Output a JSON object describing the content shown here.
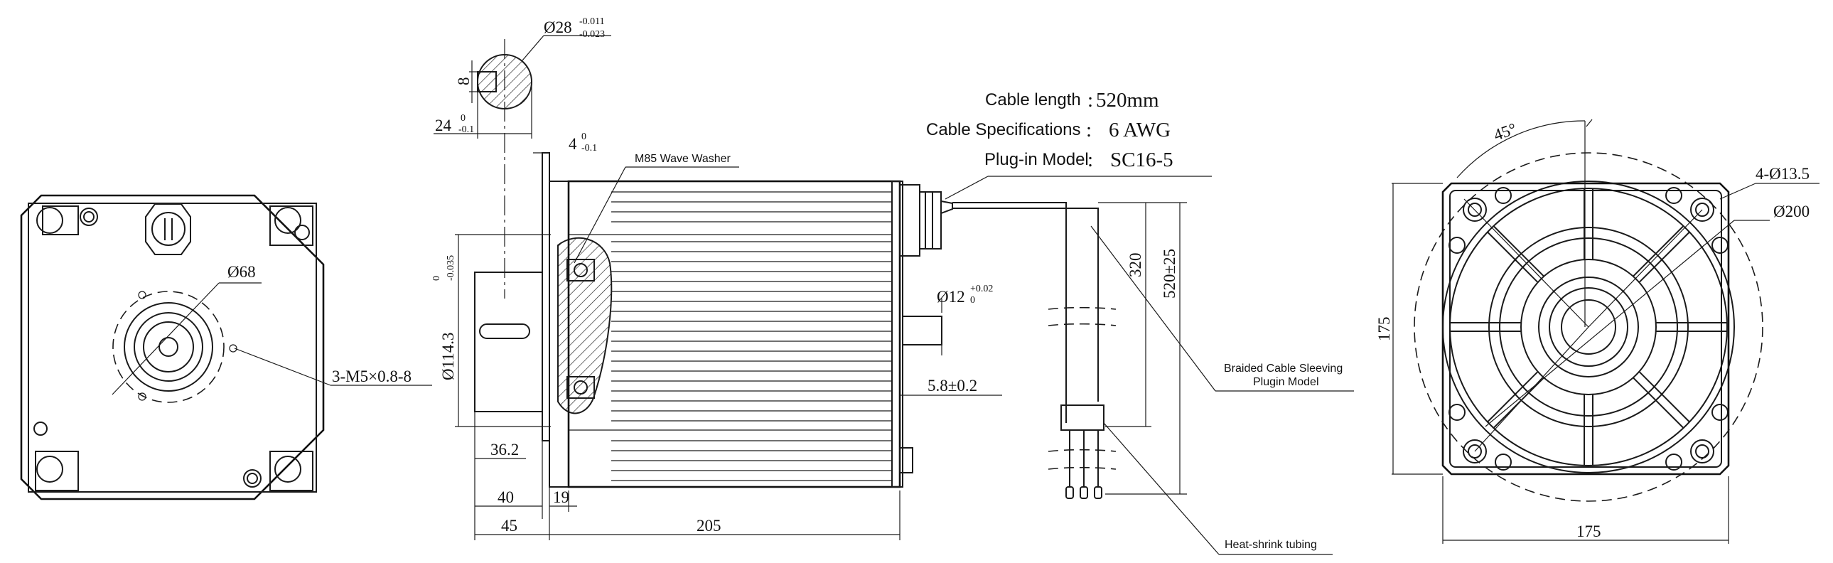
{
  "specs": {
    "cable_length": {
      "label": "Cable length",
      "value": "520mm"
    },
    "cable_spec": {
      "label": "Cable Specifications",
      "value": "6 AWG"
    },
    "plug_model": {
      "label": "Plug-in Model",
      "value": "SC16-5"
    }
  },
  "labels": {
    "washer": "M85 Wave Washer",
    "sleeving_1": "Braided Cable Sleeving",
    "sleeving_2": "Plugin Model",
    "heat_shrink": "Heat-shrink tubing"
  },
  "dimensions": {
    "shaft_dia": "Ø28",
    "shaft_dia_tol_up": "-0.011",
    "shaft_dia_tol_low": "-0.023",
    "key_width": "8",
    "key_height": "24",
    "key_height_tol_up": "0",
    "key_height_tol_low": "-0.1",
    "key_depth": "4",
    "key_depth_tol_up": "0",
    "key_depth_tol_low": "-0.1",
    "pilot_dia": "Ø114.3",
    "pilot_dia_tol_up": "0",
    "pilot_dia_tol_low": "-0.035",
    "boss_dia": "Ø68",
    "threaded_holes": "3-M5×0.8-8",
    "key_length": "36.2",
    "shaft_40": "40",
    "shaft_45": "45",
    "flange_19": "19",
    "body_length": "205",
    "connector_dia": "Ø12",
    "connector_tol_up": "+0.02",
    "connector_tol_low": "0",
    "connector_len": "5.8±0.2",
    "lead_320": "320",
    "lead_520": "520±25",
    "angle": "45°",
    "mount_holes": "4-Ø13.5",
    "bolt_circle": "Ø200",
    "flange_h": "175",
    "flange_w": "175"
  }
}
